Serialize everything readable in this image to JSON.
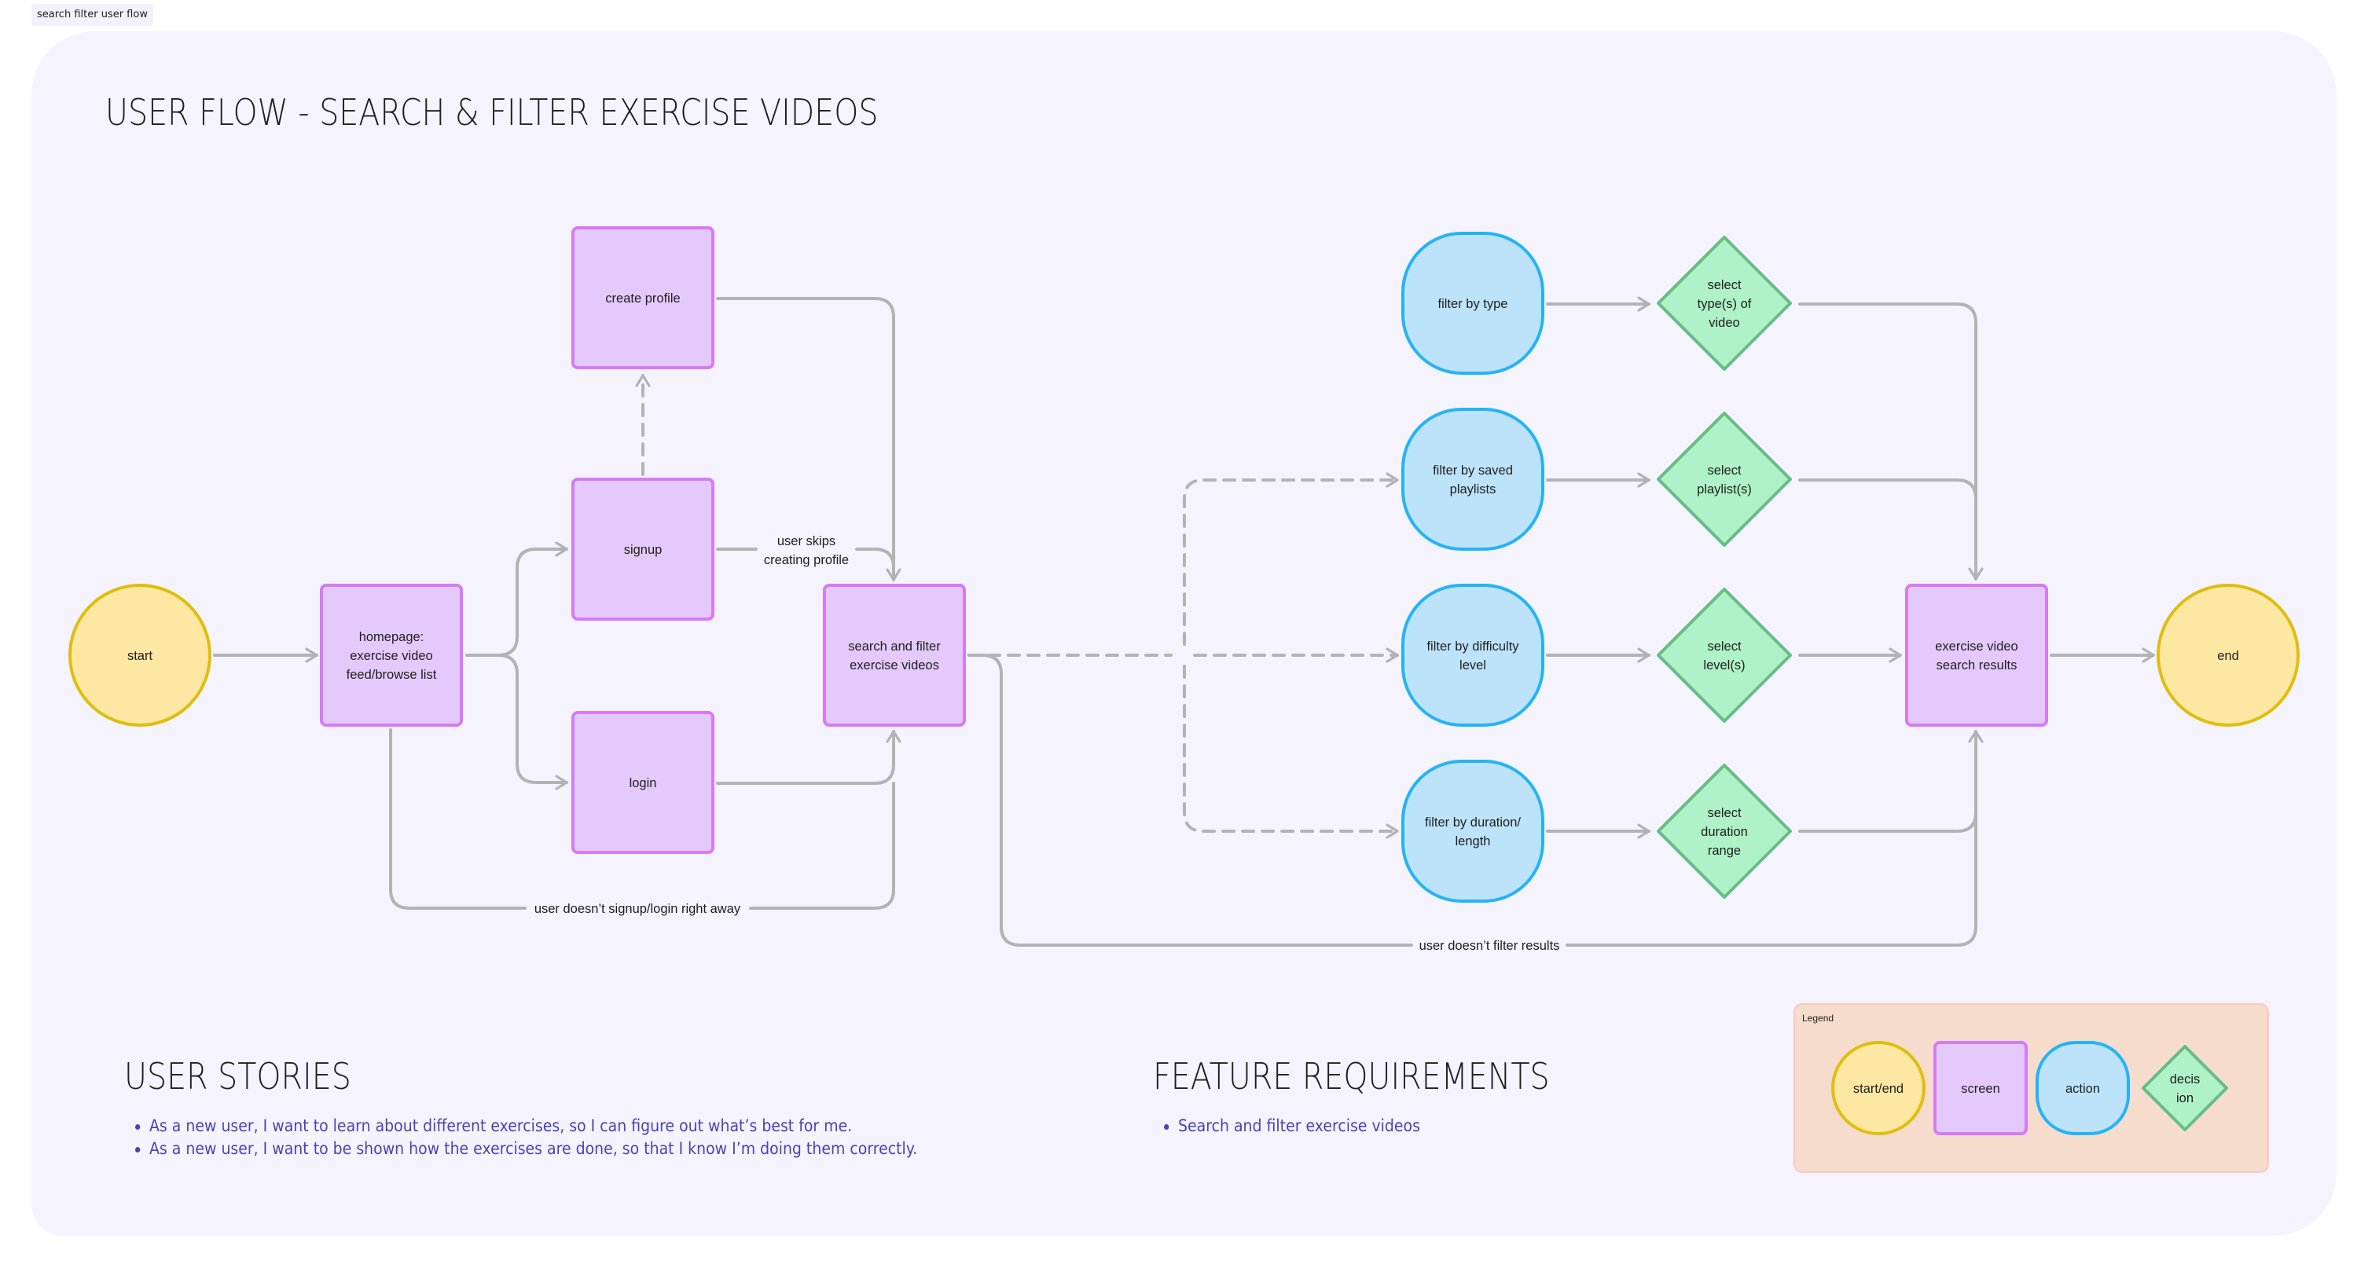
{
  "frame_label": "search filter user flow",
  "title": "USER FLOW - SEARCH & FILTER EXERCISE VIDEOS",
  "colors": {
    "canvas_bg": "#f5f3fe",
    "start_end_fill": "#fde8a3",
    "start_end_stroke": "#e0be0f",
    "screen_fill": "#e4cafc",
    "screen_stroke": "#d67af7",
    "action_fill": "#bde3fb",
    "action_stroke": "#24b4f6",
    "decision_fill": "#b0f2c7",
    "decision_stroke": "#66bd85",
    "connector": "#b3b3b3",
    "legend_fill": "#f5dccc",
    "legend_stroke": "#fac7c0",
    "bullet_text": "#4c42b5"
  },
  "nodes": {
    "start": {
      "type": "start/end",
      "lines": [
        "start"
      ]
    },
    "homepage": {
      "type": "screen",
      "lines": [
        "homepage:",
        "exercise video",
        "feed/browse list"
      ]
    },
    "create_profile": {
      "type": "screen",
      "lines": [
        "create profile"
      ]
    },
    "signup": {
      "type": "screen",
      "lines": [
        "signup"
      ]
    },
    "login": {
      "type": "screen",
      "lines": [
        "login"
      ]
    },
    "search_filter": {
      "type": "screen",
      "lines": [
        "search and filter",
        "exercise videos"
      ]
    },
    "filter_type": {
      "type": "action",
      "lines": [
        "filter by type"
      ]
    },
    "filter_playlists": {
      "type": "action",
      "lines": [
        "filter by saved",
        "playlists"
      ]
    },
    "filter_difficulty": {
      "type": "action",
      "lines": [
        "filter by difficulty",
        "level"
      ]
    },
    "filter_duration": {
      "type": "action",
      "lines": [
        "filter by duration/",
        "length"
      ]
    },
    "select_type": {
      "type": "decision",
      "lines": [
        "select",
        "type(s) of",
        "video"
      ]
    },
    "select_playlist": {
      "type": "decision",
      "lines": [
        "select",
        "playlist(s)"
      ]
    },
    "select_level": {
      "type": "decision",
      "lines": [
        "select",
        "level(s)"
      ]
    },
    "select_duration": {
      "type": "decision",
      "lines": [
        "select",
        "duration",
        "range"
      ]
    },
    "results": {
      "type": "screen",
      "lines": [
        "exercise video",
        "search results"
      ]
    },
    "end": {
      "type": "start/end",
      "lines": [
        "end"
      ]
    }
  },
  "edges": [
    {
      "from": "start",
      "to": "homepage",
      "style": "solid"
    },
    {
      "from": "homepage",
      "to": "signup",
      "style": "solid"
    },
    {
      "from": "homepage",
      "to": "login",
      "style": "solid"
    },
    {
      "from": "signup",
      "to": "create_profile",
      "style": "dashed"
    },
    {
      "from": "create_profile",
      "to": "search_filter",
      "style": "solid"
    },
    {
      "from": "signup",
      "to": "search_filter",
      "style": "solid",
      "label": [
        "user skips",
        "creating profile"
      ]
    },
    {
      "from": "login",
      "to": "search_filter",
      "style": "solid"
    },
    {
      "from": "homepage",
      "to": "search_filter",
      "style": "solid",
      "label": [
        "user doesn’t signup/login right away"
      ]
    },
    {
      "from": "search_filter",
      "to": "filter_type",
      "style": "dashed"
    },
    {
      "from": "search_filter",
      "to": "filter_playlists",
      "style": "dashed"
    },
    {
      "from": "search_filter",
      "to": "filter_difficulty",
      "style": "dashed"
    },
    {
      "from": "search_filter",
      "to": "filter_duration",
      "style": "dashed"
    },
    {
      "from": "filter_type",
      "to": "select_type",
      "style": "solid"
    },
    {
      "from": "filter_playlists",
      "to": "select_playlist",
      "style": "solid"
    },
    {
      "from": "filter_difficulty",
      "to": "select_level",
      "style": "solid"
    },
    {
      "from": "filter_duration",
      "to": "select_duration",
      "style": "solid"
    },
    {
      "from": "select_type",
      "to": "results",
      "style": "solid"
    },
    {
      "from": "select_playlist",
      "to": "results",
      "style": "solid"
    },
    {
      "from": "select_level",
      "to": "results",
      "style": "solid"
    },
    {
      "from": "select_duration",
      "to": "results",
      "style": "solid"
    },
    {
      "from": "search_filter",
      "to": "results",
      "style": "solid",
      "label": [
        "user doesn’t filter results"
      ]
    },
    {
      "from": "results",
      "to": "end",
      "style": "solid"
    }
  ],
  "edge_labels": {
    "skip_profile": [
      "user skips",
      "creating profile"
    ],
    "no_signup": "user doesn’t signup/login right away",
    "no_filter": "user doesn’t filter results"
  },
  "user_stories": {
    "heading": "USER STORIES",
    "items": [
      "As a new user, I want to learn about different exercises, so I can figure out what’s best for me.",
      "As a new user, I want to be shown how the exercises are done, so that I know I’m doing them correctly."
    ]
  },
  "feature_requirements": {
    "heading": "FEATURE REQUIREMENTS",
    "items": [
      "Search and filter exercise videos"
    ]
  },
  "legend": {
    "title": "Legend",
    "items": [
      {
        "type": "start/end",
        "lines": [
          "start/end"
        ]
      },
      {
        "type": "screen",
        "lines": [
          "screen"
        ]
      },
      {
        "type": "action",
        "lines": [
          "action"
        ]
      },
      {
        "type": "decision",
        "lines": [
          "decis",
          "ion"
        ]
      }
    ]
  }
}
